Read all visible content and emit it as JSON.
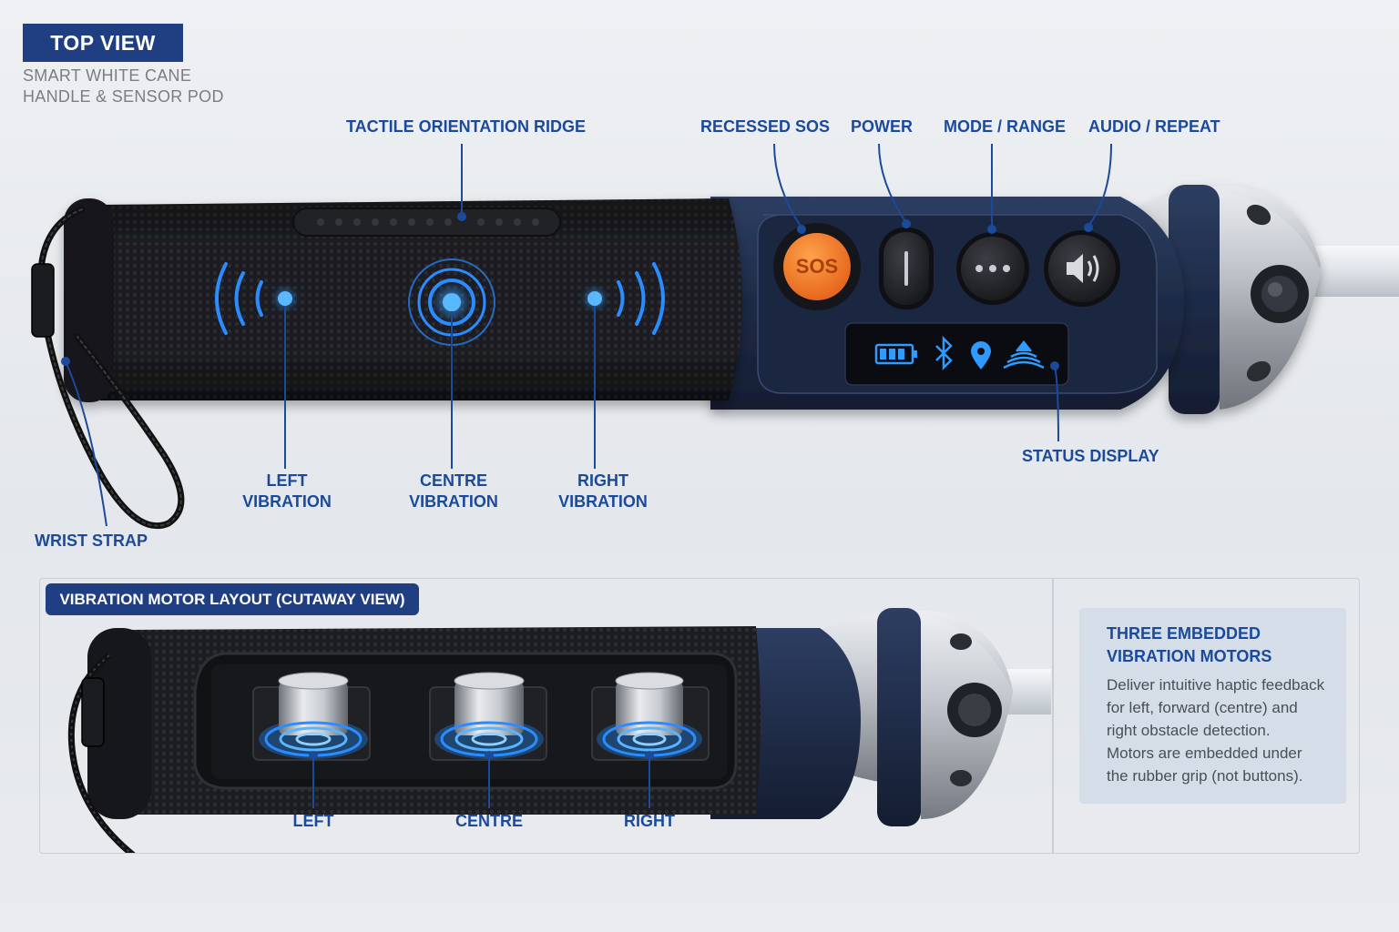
{
  "header": {
    "badge": "TOP VIEW",
    "subtitle_line1": "SMART WHITE CANE",
    "subtitle_line2": "HANDLE & SENSOR POD"
  },
  "callouts": {
    "tactile_ridge": "TACTILE ORIENTATION RIDGE",
    "recessed_sos": "RECESSED SOS",
    "power": "POWER",
    "mode_range": "MODE / RANGE",
    "audio_repeat": "AUDIO / REPEAT",
    "status_display": "STATUS DISPLAY",
    "wrist_strap": "WRIST STRAP",
    "left_vibration": [
      "LEFT",
      "VIBRATION"
    ],
    "centre_vibration": [
      "CENTRE",
      "VIBRATION"
    ],
    "right_vibration": [
      "RIGHT",
      "VIBRATION"
    ]
  },
  "buttons": {
    "sos_label": "SOS"
  },
  "status_icons": [
    "battery-icon",
    "bluetooth-icon",
    "location-pin-icon",
    "sonar-wave-icon"
  ],
  "cutaway": {
    "title": "VIBRATION MOTOR LAYOUT (CUTAWAY VIEW)",
    "motor_labels": [
      "LEFT",
      "CENTRE",
      "RIGHT"
    ]
  },
  "info": {
    "title_line1": "THREE EMBEDDED",
    "title_line2": "VIBRATION MOTORS",
    "body_lines": [
      "Deliver intuitive haptic feedback",
      "for left, forward (centre) and",
      "right obstacle detection.",
      "Motors are embedded under",
      "the rubber grip (not buttons)."
    ]
  },
  "colors": {
    "accent_blue": "#1b4a9a",
    "badge_blue": "#1f3f82",
    "sos_orange": "#f07a22",
    "glow_blue": "#1e8cff",
    "navy_body": "#1f2d4a"
  }
}
